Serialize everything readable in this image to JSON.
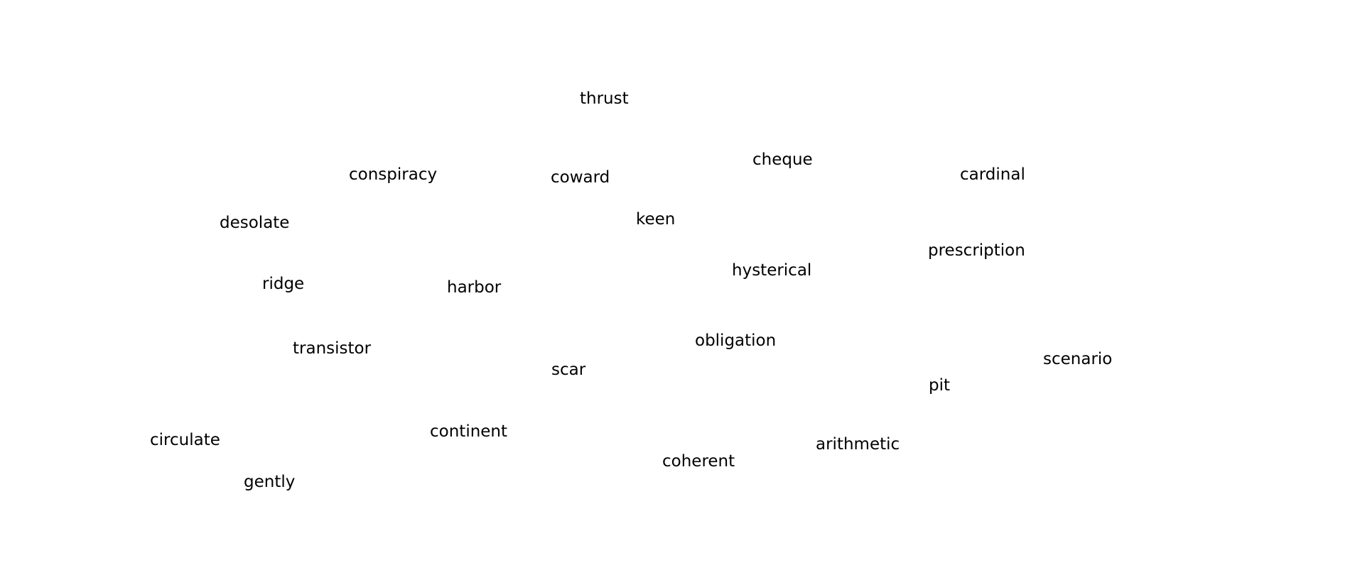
{
  "words": [
    "thrust",
    "conspiracy",
    "coward",
    "cheque",
    "cardinal",
    "desolate",
    "keen",
    "prescription",
    "hysterical",
    "ridge",
    "harbor",
    "transistor",
    "obligation",
    "scenario",
    "scar",
    "pit",
    "continent",
    "circulate",
    "arithmetic",
    "coherent",
    "gently"
  ],
  "colors": {
    "background": "#ffffff",
    "text": "#000000"
  }
}
